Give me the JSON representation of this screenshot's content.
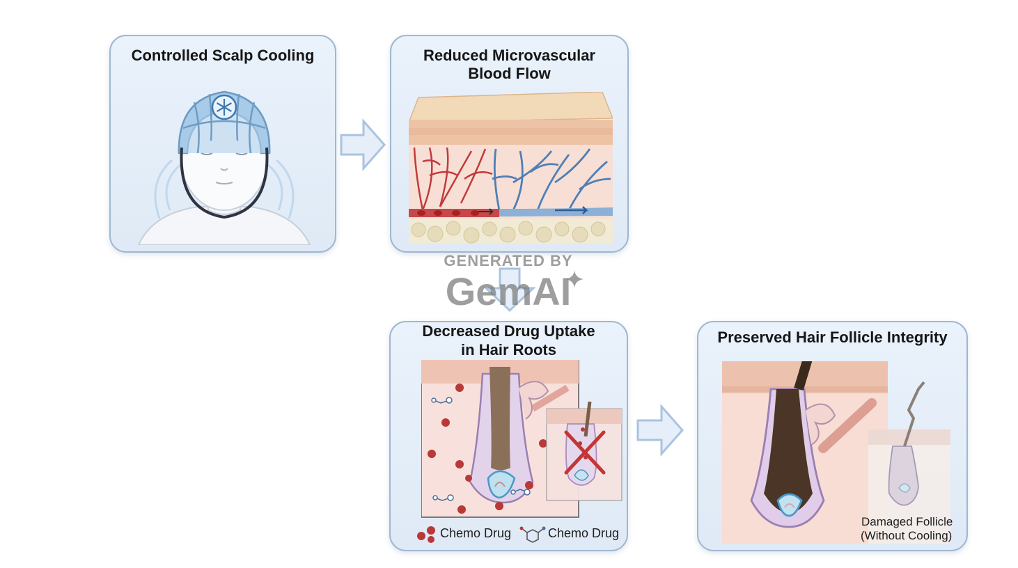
{
  "panels": {
    "p1": {
      "title": "Controlled Scalp Cooling"
    },
    "p2": {
      "title_line1": "Reduced Microvascular",
      "title_line2": "Blood Flow"
    },
    "p3": {
      "title_line1": "Decreased Drug Uptake",
      "title_line2": "in Hair Roots",
      "legend": {
        "item1": "Chemo Drug",
        "item2": "Chemo Drug"
      }
    },
    "p4": {
      "title": "Preserved Hair Follicle Integrity",
      "inset_line1": "Damaged Follicle",
      "inset_line2": "(Without Cooling)"
    }
  },
  "watermark": {
    "line1": "GENERATED BY",
    "line2": "GemAI"
  },
  "colors": {
    "panel_border": "#9fb7d2",
    "panel_fill": "#e4eef8",
    "arrow": "#a9c3e0",
    "blood_red": "#c23a3a",
    "vein_blue": "#4f7fb5",
    "skin": "#f3c9b8",
    "hair": "#5c4530"
  },
  "icons": [
    "snowflake-icon",
    "cross-out-icon",
    "drug-dots-icon",
    "molecule-icon"
  ]
}
